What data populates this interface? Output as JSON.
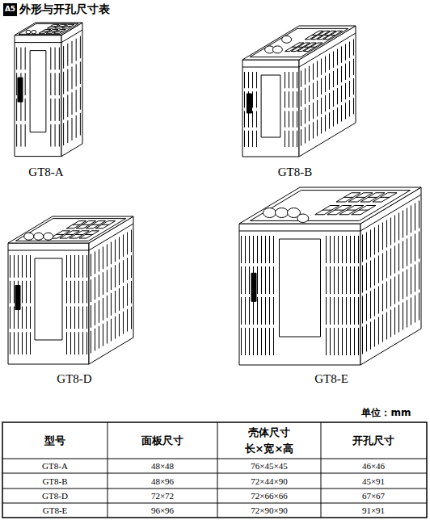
{
  "diagram": {
    "title": "外形与开孔尺寸表",
    "labels": [
      "A5",
      "GT8-A",
      "GT8-B",
      "GT8-D",
      "GT8-E",
      "单位：mm",
      "型号",
      "面板尺寸",
      "壳体尺寸",
      "长×宽×高",
      "开孔尺寸",
      "GT8-A",
      "48×48",
      "76×45×45",
      "46×46",
      "GT8-B",
      "48×96",
      "72×44×90",
      "45×91",
      "GT8-D",
      "72×72",
      "72×66×66",
      "67×67",
      "GT8-E",
      "96×96",
      "72×90×90",
      "91×91"
    ]
  }
}
